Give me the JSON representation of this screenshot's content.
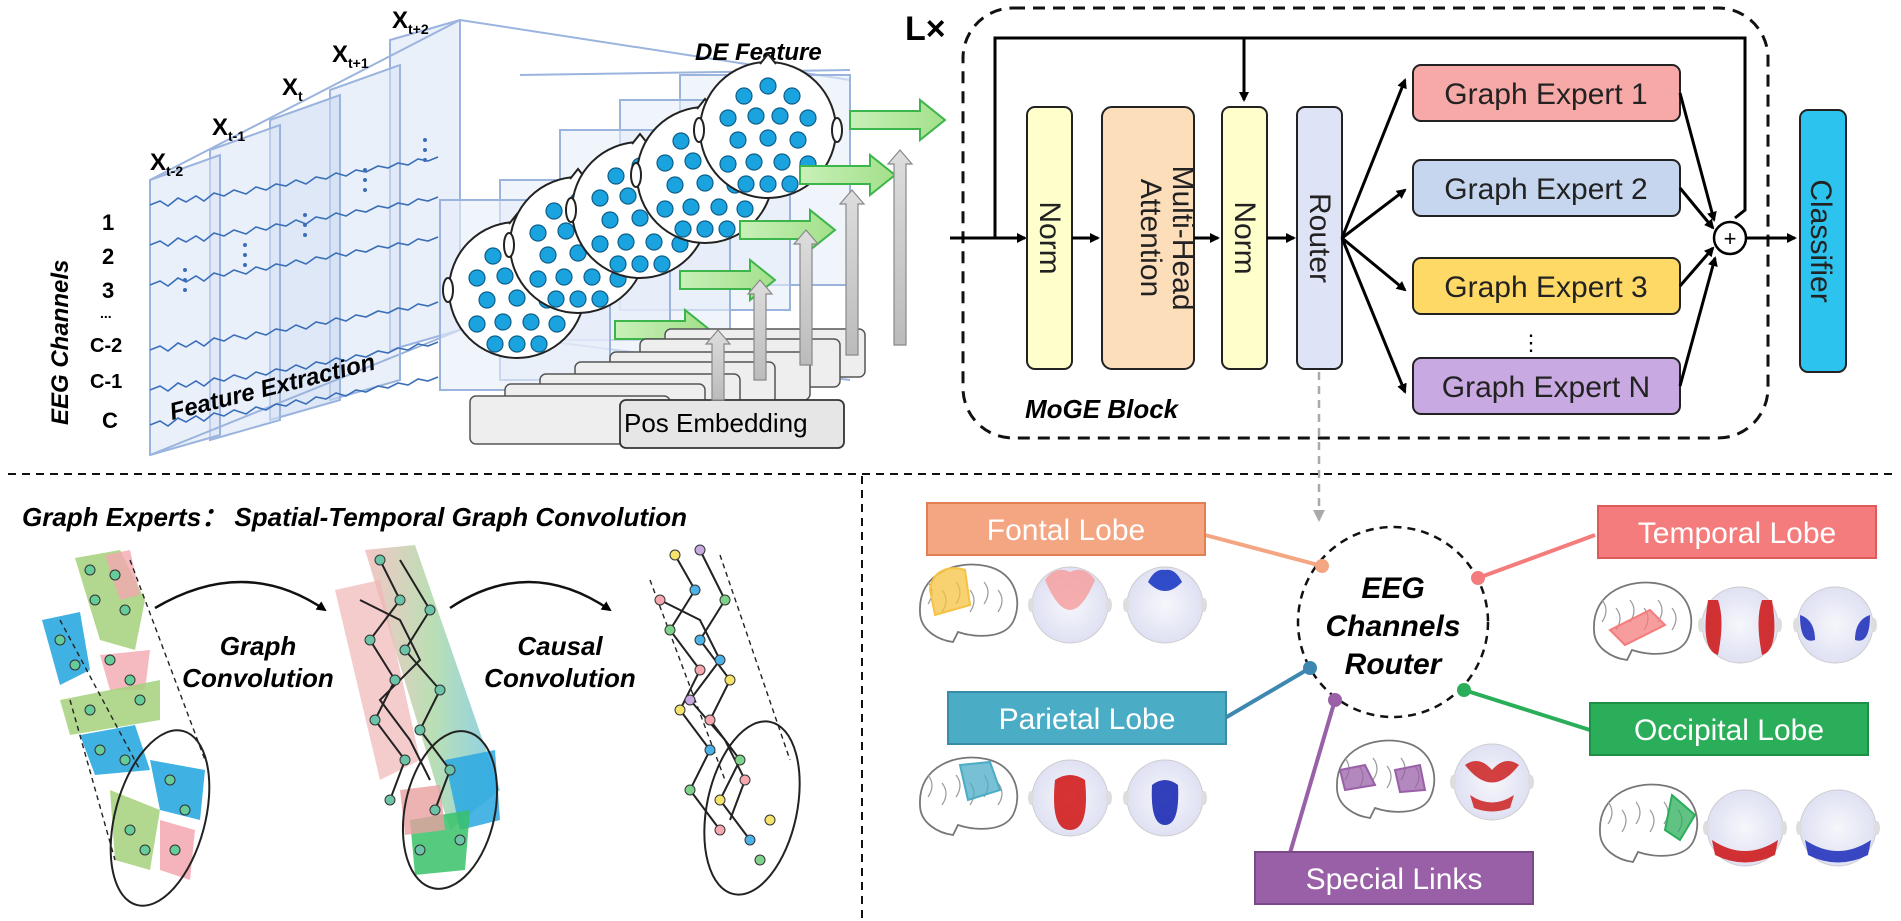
{
  "top": {
    "eeg_channels_label": "EEG Channels",
    "channel_labels": [
      "1",
      "2",
      "3",
      "...",
      "C-2",
      "C-1",
      "C"
    ],
    "time_labels": [
      "X",
      "X",
      "X",
      "X",
      "X"
    ],
    "time_subscripts": [
      "t-2",
      "t-1",
      "t",
      "t+1",
      "t+2"
    ],
    "feature_extraction": "Feature Extraction",
    "de_feature": "DE Feature",
    "pos_embedding": "Pos Embedding",
    "repeat_label": "L×",
    "moge_block": "MoGE Block",
    "norm1": "Norm",
    "mha": "Multi-Head Attention",
    "mha_line1": "Multi-Head",
    "mha_line2": "Attention",
    "norm2": "Norm",
    "router": "Router",
    "experts": [
      "Graph Expert 1",
      "Graph Expert 2",
      "Graph Expert 3",
      "Graph Expert N"
    ],
    "expert_ellipsis": "⋮",
    "plus": "+",
    "classifier": "Classifier"
  },
  "bottom_left": {
    "title": "Graph Experts： Spatial-Temporal Graph Convolution",
    "graph_conv_line1": "Graph",
    "graph_conv_line2": "Convolution",
    "causal_conv_line1": "Causal",
    "causal_conv_line2": "Convolution"
  },
  "bottom_right": {
    "center_line1": "EEG",
    "center_line2": "Channels",
    "center_line3": "Router",
    "lobes": {
      "fontal": "Fontal Lobe",
      "temporal": "Temporal Lobe",
      "parietal": "Parietal Lobe",
      "occipital": "Occipital Lobe",
      "special": "Special Links"
    }
  },
  "colors": {
    "norm_fill": "#FFFFCC",
    "mha_fill": "#FDDEBB",
    "router_fill": "#DEE3F5",
    "expert1": "#F7A9A8",
    "expert2": "#C5D6EE",
    "expert3": "#FFD966",
    "expertN": "#C9A9E1",
    "classifier": "#2CC4EE",
    "fontal": "#F4A582",
    "temporal": "#F47C7C",
    "parietal": "#4BACC6",
    "occipital": "#2BAE5A",
    "special": "#9960A8"
  }
}
